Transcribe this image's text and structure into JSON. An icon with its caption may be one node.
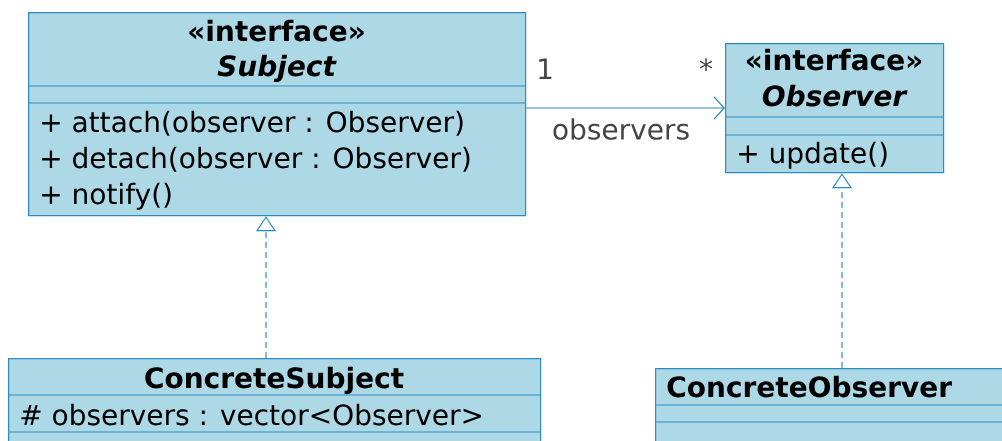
{
  "diagram": {
    "nodes": [
      {
        "text": [
          "«interface»",
          "Subject",
          "+ attach(observer : Observer)",
          "+ detach(observer : Observer)",
          "+ notify()"
        ]
      },
      {
        "text": [
          "«interface»",
          "Observer",
          "+ update()"
        ]
      },
      {
        "text": [
          "ConcreteSubject",
          "# observers : vector<Observer>"
        ]
      },
      {
        "text": [
          "ConcreteObserver"
        ]
      }
    ],
    "edges": [
      {
        "from": 0,
        "to": 1,
        "arrow": "to",
        "label": "observers"
      },
      {
        "from": 2,
        "to": 0,
        "arrow": "to",
        "style": "dashed"
      },
      {
        "from": 3,
        "to": 1,
        "arrow": "to",
        "style": "dashed"
      }
    ],
    "labels": [
      "1",
      "*"
    ]
  }
}
